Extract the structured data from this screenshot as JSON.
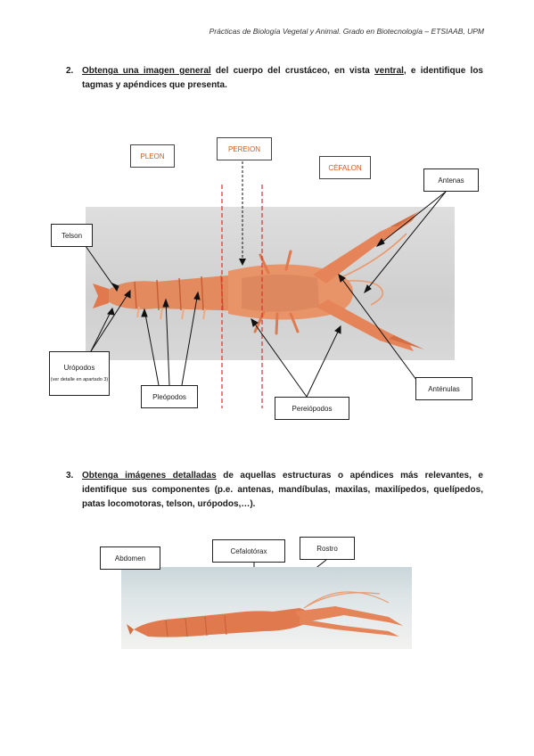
{
  "header": "Prácticas de Biología Vegetal  y Animal. Grado en Biotecnología – ETSIAAB, UPM",
  "task2": {
    "number": "2.",
    "underlined_1": "Obtenga una imagen general",
    "text_1": " del cuerpo del crustáceo, en vista ",
    "underlined_2": "ventral",
    "text_2": ", e identifique los tagmas y apéndices que presenta."
  },
  "figure1": {
    "pleon": "PLEON",
    "pereion": "PEREION",
    "cefalon": "CÉFALON",
    "antenas": "Antenas",
    "telson": "Telson",
    "uropodos": "Urópodos",
    "uropodos_note": "(ver detalle en apartado 3)",
    "pleopodos": "Pleópodos",
    "pereiopodos": "Pereiópodos",
    "antenulas": "Anténulas"
  },
  "task3": {
    "number": "3.",
    "underlined": "Obtenga imágenes detalladas",
    "text": " de aquellas estructuras o apéndices más relevantes, e identifique sus componentes (p.e. antenas, mandíbulas, maxilas, maxilípedos, quelípedos, patas locomotoras, telson, urópodos,…)."
  },
  "figure2": {
    "abdomen": "Abdomen",
    "cefalotorax": "Cefalotórax",
    "rostro": "Rostro"
  },
  "colors": {
    "label_orange": "#d85a1a",
    "guide_red": "#e0302a",
    "crustacean": "#e07a4e"
  }
}
